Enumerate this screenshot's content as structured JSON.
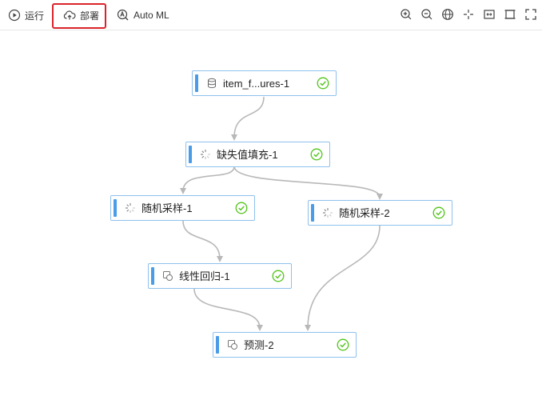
{
  "toolbar": {
    "run_label": "运行",
    "deploy_label": "部署",
    "automl_label": "Auto ML",
    "icons": [
      "zoom-in-icon",
      "zoom-out-icon",
      "globe-icon",
      "crosshair-icon",
      "fit-view-icon",
      "frame-icon",
      "fullscreen-icon"
    ]
  },
  "nodes": [
    {
      "id": "n1",
      "label": "item_f...ures-1",
      "icon": "database-icon",
      "status": "success"
    },
    {
      "id": "n2",
      "label": "缺失值填充-1",
      "icon": "spinner-icon",
      "status": "success"
    },
    {
      "id": "n3",
      "label": "随机采样-1",
      "icon": "spinner-icon",
      "status": "success"
    },
    {
      "id": "n4",
      "label": "随机采样-2",
      "icon": "spinner-icon",
      "status": "success"
    },
    {
      "id": "n5",
      "label": "线性回归-1",
      "icon": "model-icon",
      "status": "success"
    },
    {
      "id": "n6",
      "label": "预测-2",
      "icon": "model-icon",
      "status": "success"
    }
  ],
  "colors": {
    "accent": "#4a9be8",
    "node_border": "#8fc1ee",
    "success": "#52c41a",
    "edge": "#b8b8b8",
    "highlight": "#d9232b"
  }
}
